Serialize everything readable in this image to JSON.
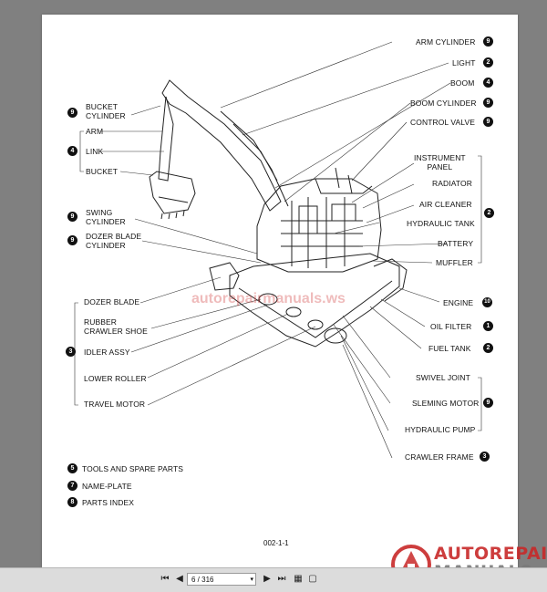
{
  "document": {
    "page_label": "002-1-1"
  },
  "diagram": {
    "left_labels": [
      {
        "id": "bucket-cylinder",
        "text": "BUCKET\nCYLINDER",
        "badge": "9"
      },
      {
        "id": "arm",
        "text": "ARM",
        "badge": ""
      },
      {
        "id": "link",
        "text": "LINK",
        "badge": "4"
      },
      {
        "id": "bucket",
        "text": "BUCKET",
        "badge": ""
      },
      {
        "id": "swing-cylinder",
        "text": "SWING\nCYLINDER",
        "badge": "9"
      },
      {
        "id": "dozer-blade-cylinder",
        "text": "DOZER BLADE\nCYLINDER",
        "badge": "9"
      },
      {
        "id": "dozer-blade",
        "text": "DOZER BLADE",
        "badge": ""
      },
      {
        "id": "rubber-crawler-shoe",
        "text": "RUBBER\nCRAWLER SHOE",
        "badge": ""
      },
      {
        "id": "idler-assy",
        "text": "IDLER ASSY",
        "badge": "3"
      },
      {
        "id": "lower-roller",
        "text": "LOWER ROLLER",
        "badge": ""
      },
      {
        "id": "travel-motor",
        "text": "TRAVEL MOTOR",
        "badge": ""
      }
    ],
    "right_labels": [
      {
        "id": "arm-cylinder",
        "text": "ARM CYLINDER",
        "badge": "9"
      },
      {
        "id": "light",
        "text": "LIGHT",
        "badge": "2"
      },
      {
        "id": "boom",
        "text": "BOOM",
        "badge": "4"
      },
      {
        "id": "boom-cylinder",
        "text": "BOOM CYLINDER",
        "badge": "9"
      },
      {
        "id": "control-valve",
        "text": "CONTROL VALVE",
        "badge": "9"
      },
      {
        "id": "instrument-panel",
        "text": "INSTRUMENT\nPANEL",
        "badge": ""
      },
      {
        "id": "radiator",
        "text": "RADIATOR",
        "badge": ""
      },
      {
        "id": "air-cleaner",
        "text": "AIR CLEANER",
        "badge": "2"
      },
      {
        "id": "hydraulic-tank",
        "text": "HYDRAULIC TANK",
        "badge": ""
      },
      {
        "id": "battery",
        "text": "BATTERY",
        "badge": ""
      },
      {
        "id": "muffler",
        "text": "MUFFLER",
        "badge": ""
      },
      {
        "id": "engine",
        "text": "ENGINE",
        "badge": "10"
      },
      {
        "id": "oil-filter",
        "text": "OIL FILTER",
        "badge": "1"
      },
      {
        "id": "fuel-tank",
        "text": "FUEL TANK",
        "badge": "2"
      },
      {
        "id": "swivel-joint",
        "text": "SWIVEL JOINT",
        "badge": ""
      },
      {
        "id": "sleming-motor",
        "text": "SLEMING MOTOR",
        "badge": "9"
      },
      {
        "id": "hydraulic-pump",
        "text": "HYDRAULIC PUMP",
        "badge": ""
      },
      {
        "id": "crawler-frame",
        "text": "CRAWLER FRAME",
        "badge": "3"
      }
    ],
    "legend": [
      {
        "badge": "5",
        "text": "TOOLS AND SPARE PARTS"
      },
      {
        "badge": "7",
        "text": "NAME-PLATE"
      },
      {
        "badge": "8",
        "text": "PARTS INDEX"
      }
    ]
  },
  "toolbar": {
    "page_field": "6 / 316",
    "first_icon": "first-page-icon",
    "prev_icon": "previous-page-icon",
    "next_icon": "next-page-icon",
    "last_icon": "last-page-icon"
  },
  "watermark": {
    "line1": "AUTOREPAIR",
    "line2": "MANUALS.ws",
    "center": "autorepairmanuals.ws"
  }
}
